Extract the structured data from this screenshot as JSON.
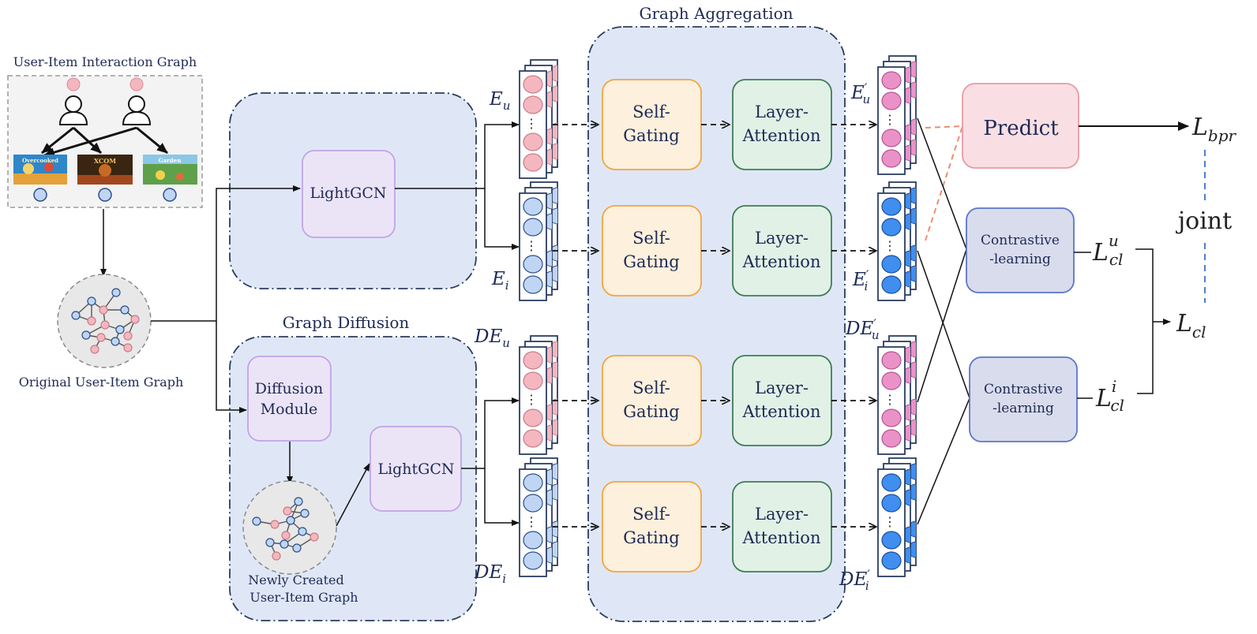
{
  "interaction_graph": {
    "title": "User-Item Interaction Graph",
    "games": [
      "Overcooked",
      "XCOM",
      "Garden"
    ]
  },
  "original_graph": {
    "label": "Original User-Item Graph"
  },
  "graph_diffusion": {
    "title": "Graph Diffusion"
  },
  "graph_aggregation": {
    "title": "Graph Aggregation"
  },
  "lightgcn": {
    "label": "LightGCN"
  },
  "diffusion_module": {
    "line1": "Diffusion",
    "line2": "Module"
  },
  "new_graph": {
    "line1": "Newly Created",
    "line2": "User-Item Graph"
  },
  "self_gating": {
    "line1": "Self-",
    "line2": "Gating"
  },
  "layer_attention": {
    "line1": "Layer-",
    "line2": "Attention"
  },
  "embeddings": {
    "E": "E",
    "DE": "DE",
    "u": "u",
    "i": "i",
    "prime": "′",
    "ellipsis": "⋮"
  },
  "predict": {
    "label": "Predict"
  },
  "contrastive": {
    "line1": "Contrastive",
    "line2": "-learning"
  },
  "losses": {
    "L": "L",
    "bpr": "bpr",
    "cl": "cl",
    "u": "u",
    "i": "i",
    "joint": "joint"
  },
  "colors": {
    "panel_fill": "#dfe7f7",
    "panel_stroke": "#2b3d5f",
    "lightgcn_fill": "#ebe4f6",
    "lightgcn_stroke": "#c3a3e6",
    "self_gating_fill": "#fdf0dc",
    "self_gating_stroke": "#f2a544",
    "layer_attention_fill": "#e1f1e6",
    "layer_attention_stroke": "#3f7d53",
    "predict_fill": "#f9dfe3",
    "predict_stroke": "#e79ba5",
    "contrastive_fill": "#d9dcec",
    "contrastive_stroke": "#5b76c8",
    "pink_node": "#f4b7c0",
    "blue_node": "#bfd5f3",
    "pink_node_out": "#ea92c8",
    "blue_node_out": "#3f8ef0",
    "dash_orange": "#ee8c70",
    "dash_blue": "#4f7fcf"
  }
}
